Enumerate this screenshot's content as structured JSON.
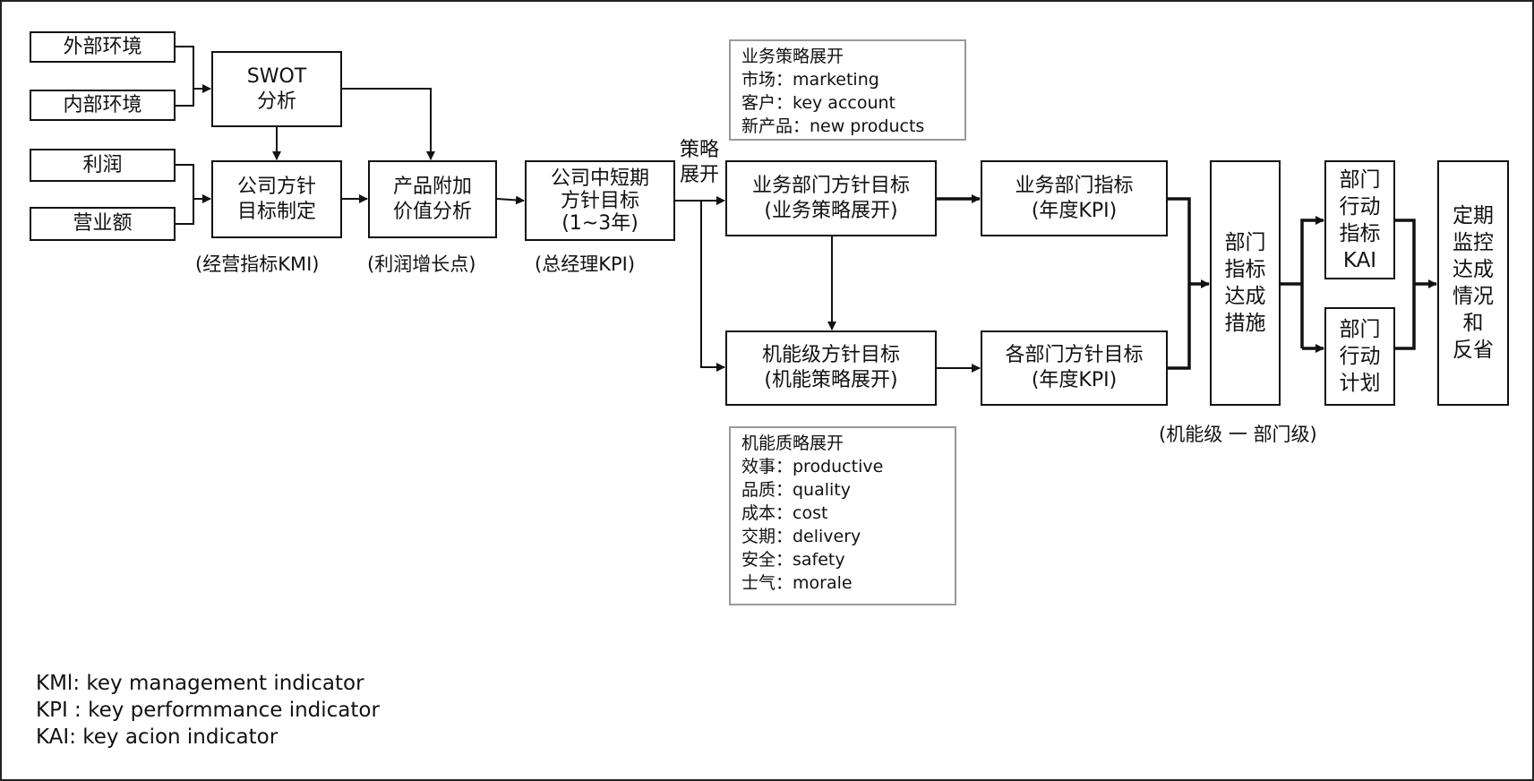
{
  "inputs": {
    "external": "外部环境",
    "internal": "内部环境",
    "profit": "利润",
    "revenue": "营业额"
  },
  "swot": [
    "SWOT",
    "分析"
  ],
  "company_policy": {
    "lines": [
      "公司方针",
      "目标制定"
    ],
    "caption": "(经营指标KMI)"
  },
  "value_analysis": {
    "lines": [
      "产品附加",
      "价值分析"
    ],
    "caption": "(利润增长点)"
  },
  "mid_term": {
    "lines": [
      "公司中短期",
      "方针目标",
      "(1~3年)"
    ],
    "caption": "(总经理KPI)"
  },
  "strategy_label": [
    "策略",
    "展开"
  ],
  "business_note": [
    "业务策略展开",
    "市场：marketing",
    "客户：key account",
    "新产品：new  products"
  ],
  "business_goal": [
    "业务部门方针目标",
    "(业务策略展开)"
  ],
  "business_kpi": [
    "业务部门指标",
    "(年度KPI)"
  ],
  "function_goal": [
    "机能级方针目标",
    "(机能策略展开)"
  ],
  "dept_goal": [
    "各部门方针目标",
    "(年度KPI)"
  ],
  "function_note": [
    "机能质略展开",
    "效事：productive",
    "品质：quality",
    "成本：cost",
    "交期：delivery",
    "安全：safety",
    "士气：morale"
  ],
  "measures": [
    "部门",
    "指标",
    "达成",
    "措施"
  ],
  "kai": [
    "部门",
    "行动",
    "指标",
    "KAI"
  ],
  "action_plan": [
    "部门",
    "行动",
    "计划"
  ],
  "monitor": [
    "定期",
    "监控",
    "达成",
    "情况",
    "和",
    "反省"
  ],
  "level_caption": "(机能级 一 部门级)",
  "footnotes": [
    "KMl: key management indicator",
    "KPI : key performmance indicator",
    "KAI: key acion indicator"
  ]
}
